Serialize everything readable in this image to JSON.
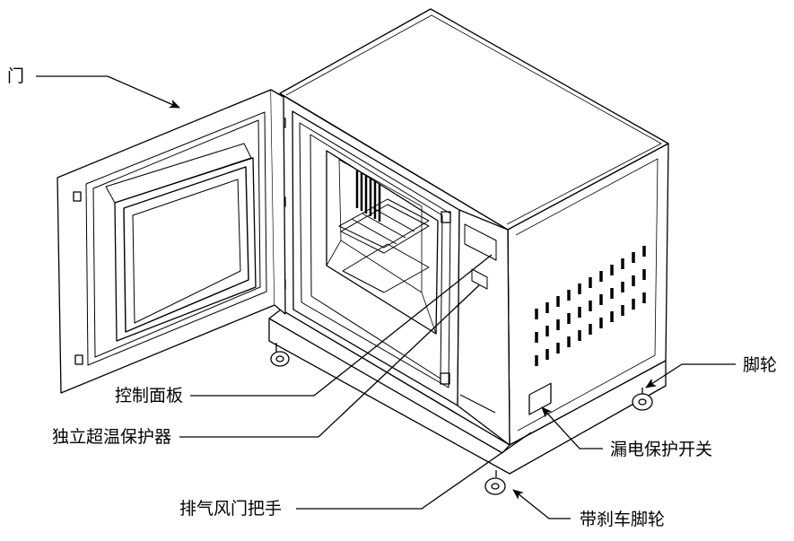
{
  "labels": {
    "door": "门",
    "control_panel": "控制面板",
    "overtemp_protector": "独立超温保护器",
    "damper_handle": "排气风门把手",
    "casters": "脚轮",
    "leakage_switch": "漏电保护开关",
    "brake_casters": "带刹车脚轮"
  },
  "colors": {
    "line": "#000000",
    "background": "#ffffff",
    "panel_fill": "#ffffff"
  }
}
